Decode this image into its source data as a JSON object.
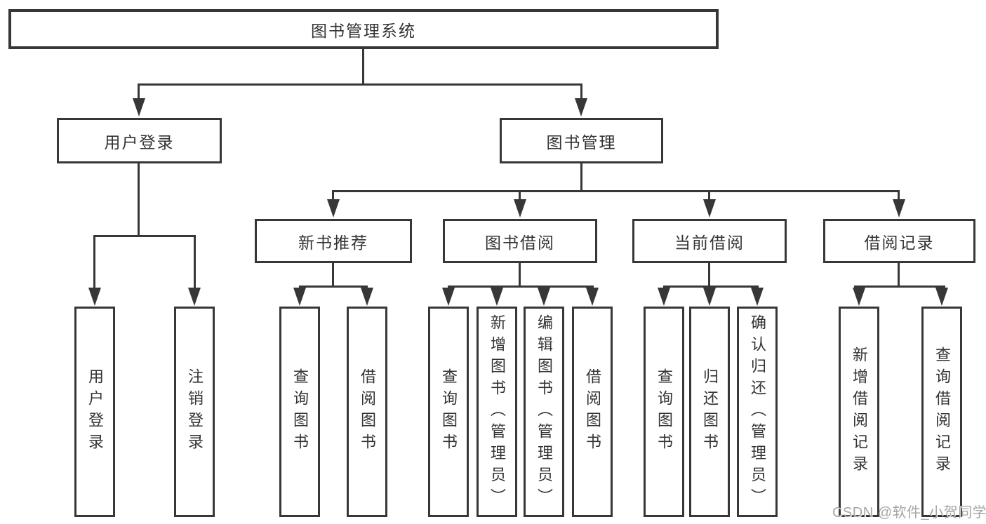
{
  "tree": {
    "root": {
      "label": "图书管理系统"
    },
    "branches": [
      {
        "label": "用户登录",
        "children": [
          "用户登录",
          "注销登录"
        ]
      },
      {
        "label": "图书管理",
        "children": [
          {
            "label": "新书推荐",
            "children": [
              "查询图书",
              "借阅图书"
            ]
          },
          {
            "label": "图书借阅",
            "children": [
              "查询图书",
              "新增图书（管理员）",
              "编辑图书（管理员）",
              "借阅图书"
            ]
          },
          {
            "label": "当前借阅",
            "children": [
              "查询图书",
              "归还图书",
              "确认归还（管理员）"
            ]
          },
          {
            "label": "借阅记录",
            "children": [
              "新增借阅记录",
              "查询借阅记录"
            ]
          }
        ]
      }
    ]
  },
  "watermark": {
    "text": "CSDN @软件_小贺同学"
  },
  "colors": {
    "line": "#373737",
    "text": "#333333",
    "watermark": "#a6a6a6",
    "background": "#ffffff"
  }
}
